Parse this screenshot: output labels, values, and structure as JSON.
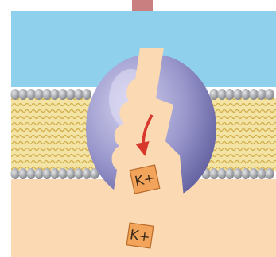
{
  "diagram": {
    "regions": {
      "extracellular": {
        "color": "#8fd0ec"
      },
      "membrane": {
        "head_color": "#a3a6ab",
        "tail_color": "#e8cf7a"
      },
      "cytoplasm": {
        "color": "#fbd9b3"
      }
    },
    "channel_protein": {
      "color_light": "#b3b1d6",
      "color_dark": "#5e5c9c"
    },
    "arrow": {
      "color": "#d8372c"
    },
    "ions": [
      {
        "label": "K+",
        "color": "#f2a55a",
        "location": "binding site"
      },
      {
        "label": "K+",
        "color": "#f2a55a",
        "location": "cytoplasm"
      }
    ]
  }
}
